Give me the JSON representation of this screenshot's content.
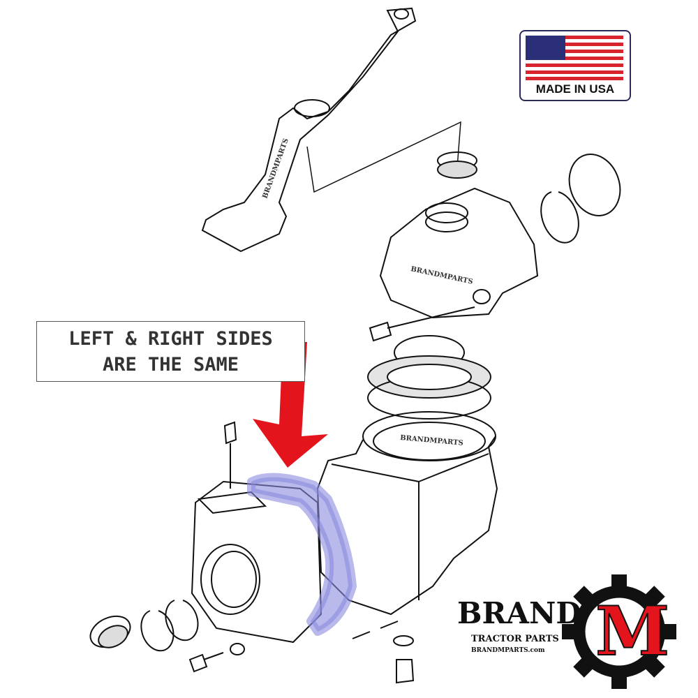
{
  "callout": {
    "line1": "LEFT & RIGHT SIDES",
    "line2": "ARE THE SAME"
  },
  "badge": {
    "caption": "MADE IN USA",
    "icon": "us-flag-icon"
  },
  "logo": {
    "brand": "BRAND",
    "letter": "M",
    "tagline": "TRACTOR PARTS",
    "url": "BRANDMPARTS.com"
  },
  "watermark": "BRANDMPARTS",
  "colors": {
    "arrow": "#e3141b",
    "highlight": "#8a8ae0",
    "logo_red": "#e3141b",
    "flag_blue": "#2b2f78",
    "flag_red": "#d8242c"
  }
}
